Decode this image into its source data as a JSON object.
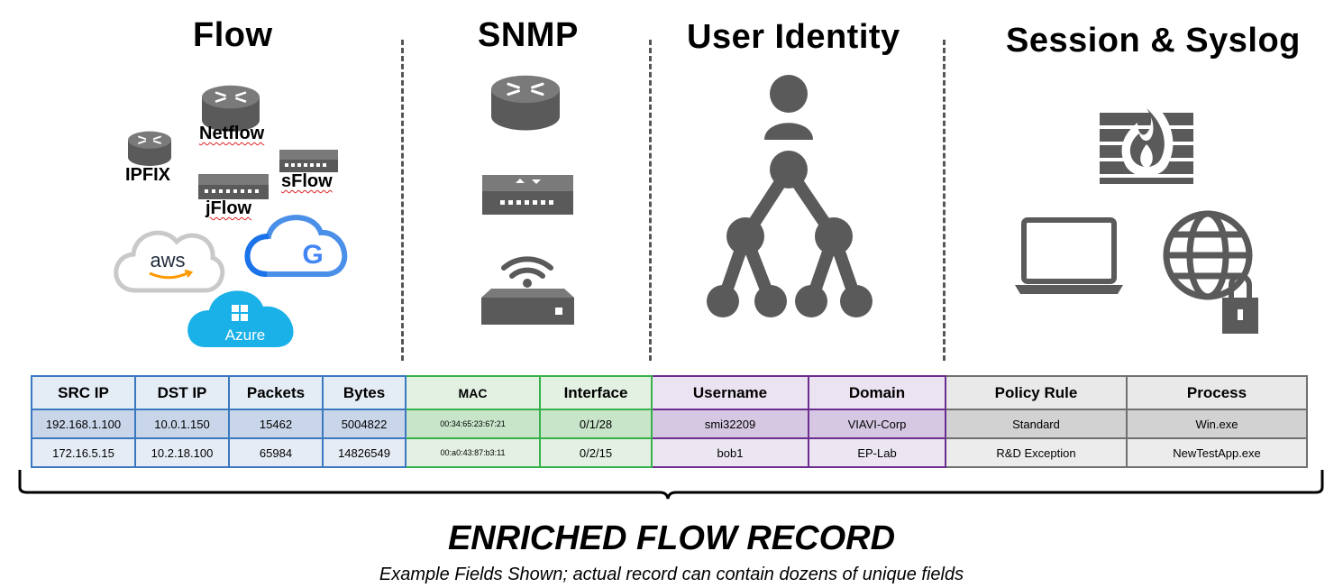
{
  "sections": {
    "flow": "Flow",
    "snmp": "SNMP",
    "user_identity": "User Identity",
    "session_syslog": "Session & Syslog"
  },
  "flow_sources": {
    "netflow": "Netflow",
    "ipfix": "IPFIX",
    "sflow": "sFlow",
    "jflow": "jFlow",
    "aws": "aws",
    "google_cloud": "G",
    "azure": "Azure"
  },
  "icons": {
    "router": "router-icon",
    "switch": "switch-icon",
    "wifi": "wifi-access-point-icon",
    "user": "user-icon",
    "hierarchy": "hierarchy-icon",
    "firewall": "firewall-icon",
    "laptop": "laptop-icon",
    "globe_lock": "globe-lock-icon"
  },
  "colors": {
    "flow_border": "#3a78c0",
    "snmp_border": "#36b24a",
    "user_border": "#6b2d8f",
    "session_border": "#707070",
    "icon_gray": "#5a5a5a",
    "aws_orange": "#ff9900",
    "azure_blue": "#1ab0e8",
    "google_blue": "#1a73e8"
  },
  "table": {
    "headers": {
      "src_ip": "SRC IP",
      "dst_ip": "DST IP",
      "packets": "Packets",
      "bytes": "Bytes",
      "mac": "MAC",
      "interface": "Interface",
      "username": "Username",
      "domain": "Domain",
      "policy_rule": "Policy Rule",
      "process": "Process"
    },
    "rows": [
      {
        "src_ip": "192.168.1.100",
        "dst_ip": "10.0.1.150",
        "packets": "15462",
        "bytes": "5004822",
        "mac": "00:34:65:23:67:21",
        "interface": "0/1/28",
        "username": "smi32209",
        "domain": "VIAVI-Corp",
        "policy_rule": "Standard",
        "process": "Win.exe"
      },
      {
        "src_ip": "172.16.5.15",
        "dst_ip": "10.2.18.100",
        "packets": "65984",
        "bytes": "14826549",
        "mac": "00:a0:43:87:b3:11",
        "interface": "0/2/15",
        "username": "bob1",
        "domain": "EP-Lab",
        "policy_rule": "R&D Exception",
        "process": "NewTestApp.exe"
      }
    ]
  },
  "record": {
    "title": "ENRICHED FLOW RECORD",
    "subtitle": "Example Fields Shown; actual record can contain dozens of unique fields"
  }
}
